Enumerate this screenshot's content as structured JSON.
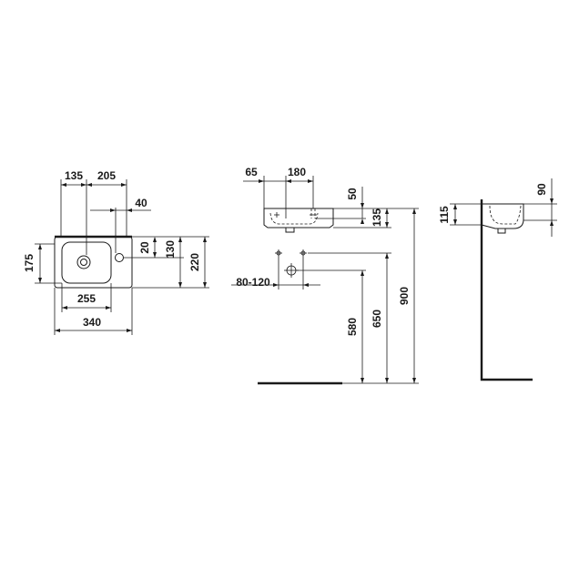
{
  "top_view": {
    "dim_135": "135",
    "dim_205": "205",
    "dim_40": "40",
    "dim_175": "175",
    "dim_20": "20",
    "dim_130": "130",
    "dim_220": "220",
    "dim_255": "255",
    "dim_340": "340"
  },
  "front_view": {
    "dim_65": "65",
    "dim_180": "180",
    "dim_50": "50",
    "dim_135": "135",
    "dim_80_120": "80-120",
    "dim_580": "580",
    "dim_650": "650",
    "dim_900": "900"
  },
  "side_view": {
    "dim_115": "115",
    "dim_90": "90"
  }
}
